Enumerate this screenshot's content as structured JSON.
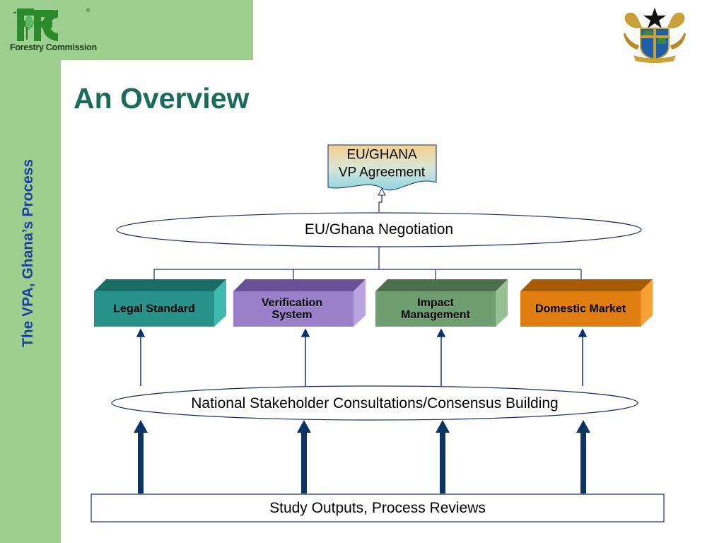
{
  "logo": {
    "text": "Forestry Commission",
    "mark": "FC",
    "trademark": "®"
  },
  "sidebar": {
    "title": "The VPA, Ghana’s Process"
  },
  "slide": {
    "title": "An Overview"
  },
  "diagram": {
    "agreement": {
      "line1": "EU/GHANA",
      "line2": "VP Agreement"
    },
    "negotiation": "EU/Ghana Negotiation",
    "boxes": [
      {
        "label": "Legal Standard",
        "color": "#26928a"
      },
      {
        "label": "Verification System",
        "color": "#9a7fc9"
      },
      {
        "label": "Impact Management",
        "color": "#6e9e70"
      },
      {
        "label": "Domestic Market",
        "color": "#e07d10"
      }
    ],
    "consultations": "National Stakeholder Consultations/Consensus Building",
    "outputs": "Study Outputs, Process Reviews"
  },
  "colors": {
    "sidebar": "#9dd08f",
    "title": "#1a6b5a",
    "side_title": "#1f3fa0",
    "arrow": "#0c3566"
  }
}
